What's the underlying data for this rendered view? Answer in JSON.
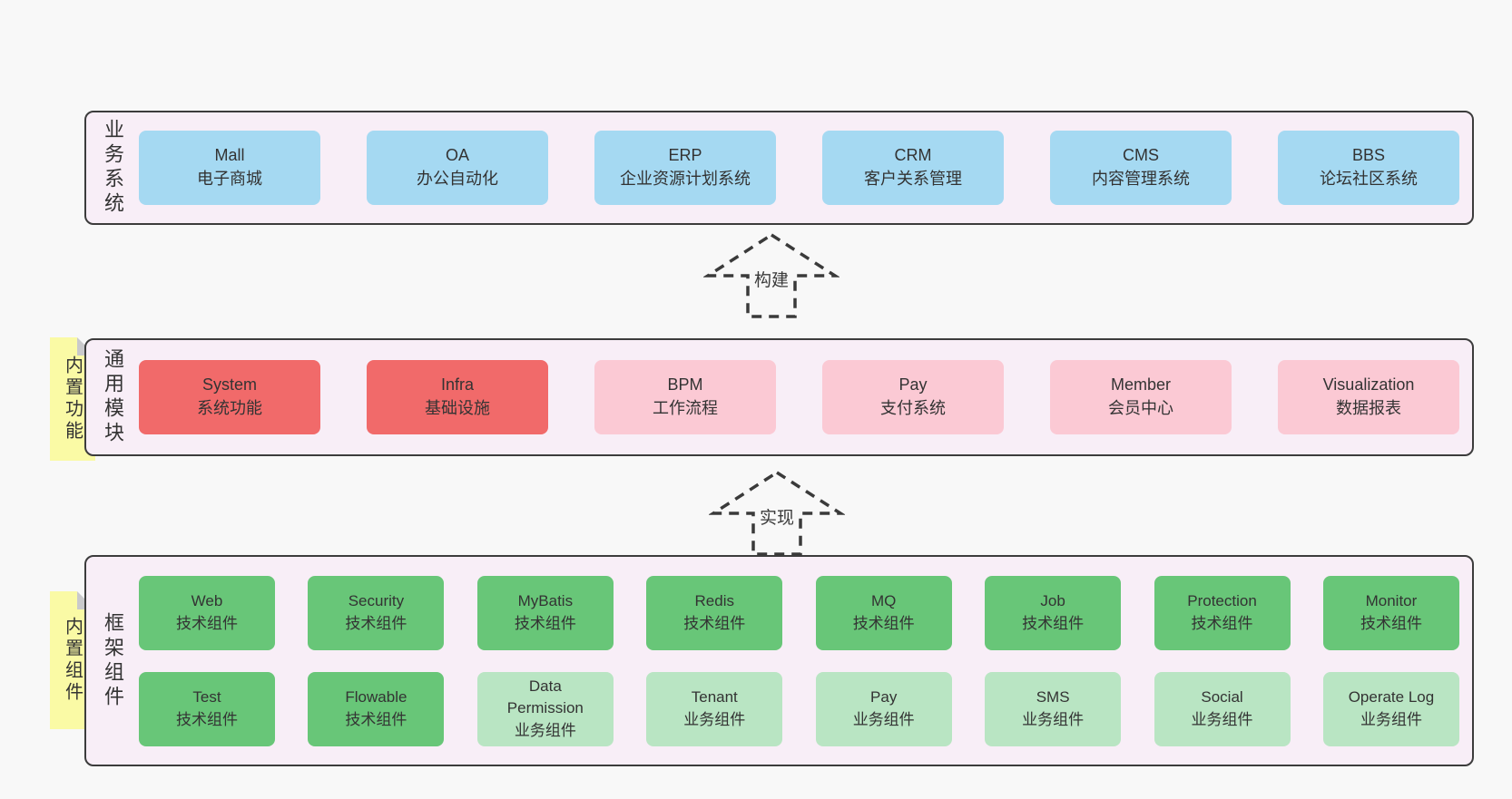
{
  "colors": {
    "page_bg": "#f8f8f8",
    "band_bg": "#f8eef7",
    "band_border": "#3c3c3c",
    "blue_box": "#a5d9f2",
    "red_box": "#f16a6a",
    "pink_box": "#fbc9d4",
    "green_box": "#68c678",
    "light_green_box": "#b9e5c3",
    "sticky_yellow": "#fafaa5",
    "sticky_fold": "#c9c9cb",
    "text": "#333333"
  },
  "band_business": {
    "label": "业务系统",
    "boxes": [
      {
        "name": "Mall",
        "desc": "电子商城",
        "variant": "blue"
      },
      {
        "name": "OA",
        "desc": "办公自动化",
        "variant": "blue"
      },
      {
        "name": "ERP",
        "desc": "企业资源计划系统",
        "variant": "blue"
      },
      {
        "name": "CRM",
        "desc": "客户关系管理",
        "variant": "blue"
      },
      {
        "name": "CMS",
        "desc": "内容管理系统",
        "variant": "blue"
      },
      {
        "name": "BBS",
        "desc": "论坛社区系统",
        "variant": "blue"
      }
    ]
  },
  "arrow_build": {
    "label": "构建"
  },
  "arrow_implement": {
    "label": "实现"
  },
  "band_modules": {
    "label": "通用模块",
    "sticky": "内置功能",
    "boxes": [
      {
        "name": "System",
        "desc": "系统功能",
        "variant": "red"
      },
      {
        "name": "Infra",
        "desc": "基础设施",
        "variant": "red"
      },
      {
        "name": "BPM",
        "desc": "工作流程",
        "variant": "pink"
      },
      {
        "name": "Pay",
        "desc": "支付系统",
        "variant": "pink"
      },
      {
        "name": "Member",
        "desc": "会员中心",
        "variant": "pink"
      },
      {
        "name": "Visualization",
        "desc": "数据报表",
        "variant": "pink"
      }
    ]
  },
  "band_framework": {
    "label": "框架组件",
    "sticky": "内置组件",
    "row1": [
      {
        "name": "Web",
        "desc": "技术组件",
        "variant": "green"
      },
      {
        "name": "Security",
        "desc": "技术组件",
        "variant": "green"
      },
      {
        "name": "MyBatis",
        "desc": "技术组件",
        "variant": "green"
      },
      {
        "name": "Redis",
        "desc": "技术组件",
        "variant": "green"
      },
      {
        "name": "MQ",
        "desc": "技术组件",
        "variant": "green"
      },
      {
        "name": "Job",
        "desc": "技术组件",
        "variant": "green"
      },
      {
        "name": "Protection",
        "desc": "技术组件",
        "variant": "green"
      },
      {
        "name": "Monitor",
        "desc": "技术组件",
        "variant": "green"
      }
    ],
    "row2": [
      {
        "name": "Test",
        "desc": "技术组件",
        "variant": "green"
      },
      {
        "name": "Flowable",
        "desc": "技术组件",
        "variant": "green"
      },
      {
        "name": "Data Permission",
        "desc": "业务组件",
        "variant": "lightgreen"
      },
      {
        "name": "Tenant",
        "desc": "业务组件",
        "variant": "lightgreen"
      },
      {
        "name": "Pay",
        "desc": "业务组件",
        "variant": "lightgreen"
      },
      {
        "name": "SMS",
        "desc": "业务组件",
        "variant": "lightgreen"
      },
      {
        "name": "Social",
        "desc": "业务组件",
        "variant": "lightgreen"
      },
      {
        "name": "Operate Log",
        "desc": "业务组件",
        "variant": "lightgreen"
      }
    ]
  }
}
